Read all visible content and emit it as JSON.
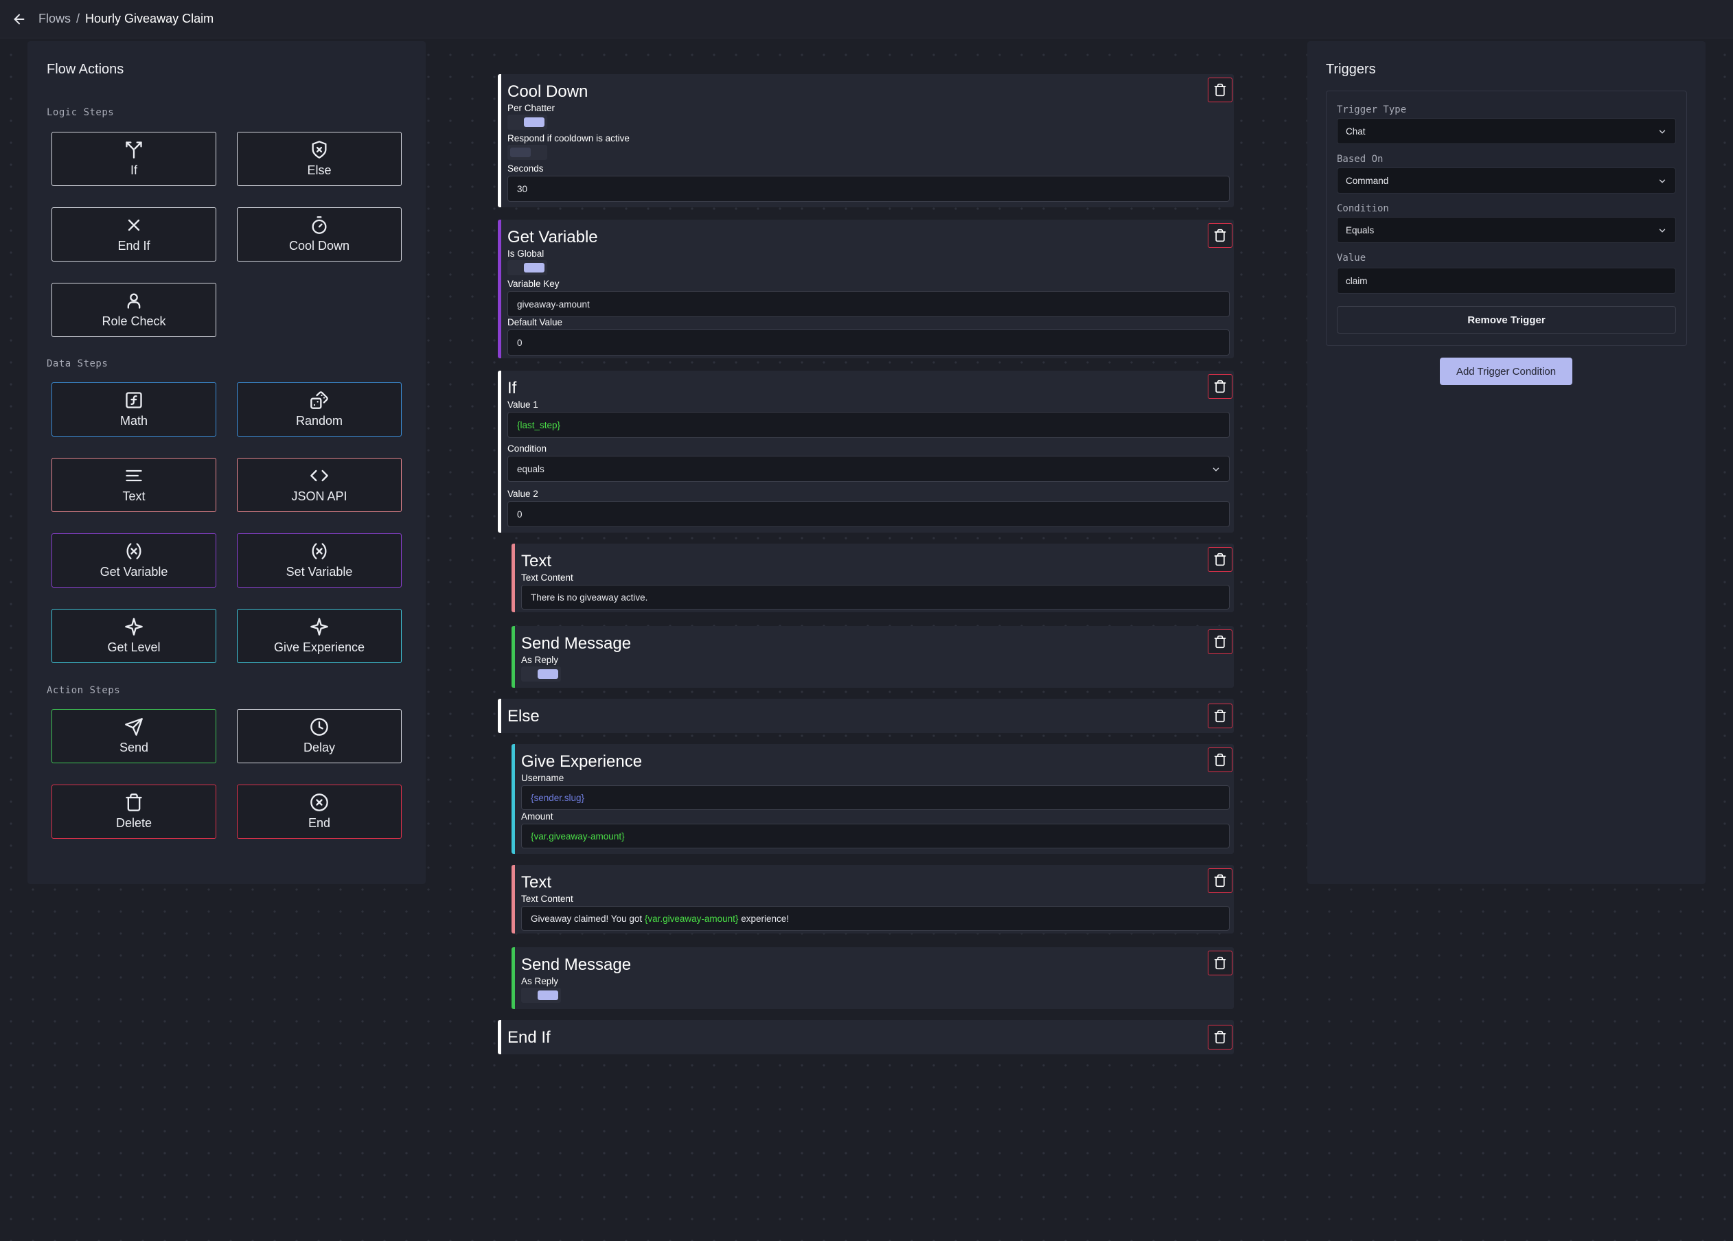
{
  "header": {
    "breadcrumb_root": "Flows",
    "separator": "/",
    "breadcrumb_current": "Hourly Giveaway Claim"
  },
  "left_panel": {
    "title": "Flow Actions",
    "logic_label": "Logic Steps",
    "data_label": "Data Steps",
    "action_label": "Action Steps",
    "logic_steps": [
      "If",
      "Else",
      "End If",
      "Cool Down",
      "Role Check"
    ],
    "data_steps": [
      "Math",
      "Random",
      "Text",
      "JSON API",
      "Get Variable",
      "Set Variable",
      "Get Level",
      "Give Experience"
    ],
    "action_steps": [
      "Send",
      "Delay",
      "Delete",
      "End"
    ]
  },
  "colors": {
    "logic": "#d8dae2",
    "math_random": "#3b8fd9",
    "text_json": "#e8868f",
    "variable": "#8b3fd1",
    "level_exp": "#3fc6d9",
    "send": "#3fc755",
    "delete_end": "#e1314b",
    "accent": "#b3b9f0",
    "green_tag": "#4ade46"
  },
  "steps": {
    "cooldown": {
      "title": "Cool Down",
      "per_chatter": "Per Chatter",
      "respond_active": "Respond if cooldown is active",
      "seconds_label": "Seconds",
      "seconds_value": "30"
    },
    "get_variable": {
      "title": "Get Variable",
      "is_global": "Is Global",
      "key_label": "Variable Key",
      "key_value": "giveaway-amount",
      "default_label": "Default Value",
      "default_value": "0"
    },
    "if": {
      "title": "If",
      "value1_label": "Value 1",
      "value1": "{last_step}",
      "condition_label": "Condition",
      "condition": "equals",
      "value2_label": "Value 2",
      "value2": "0"
    },
    "text1": {
      "title": "Text",
      "content_label": "Text Content",
      "content": "There is no giveaway active."
    },
    "send1": {
      "title": "Send Message",
      "as_reply": "As Reply"
    },
    "else": {
      "title": "Else"
    },
    "give_exp": {
      "title": "Give Experience",
      "username_label": "Username",
      "username": "{sender.slug}",
      "amount_label": "Amount",
      "amount": "{var.giveaway-amount}"
    },
    "text2": {
      "title": "Text",
      "content_label": "Text Content",
      "content_pre": "Giveaway claimed! You got ",
      "content_tag": "{var.giveaway-amount}",
      "content_post": " experience!"
    },
    "send2": {
      "title": "Send Message",
      "as_reply": "As Reply"
    },
    "end_if": {
      "title": "End If"
    }
  },
  "triggers": {
    "title": "Triggers",
    "type_label": "Trigger Type",
    "type_value": "Chat",
    "based_label": "Based On",
    "based_value": "Command",
    "condition_label": "Condition",
    "condition_value": "Equals",
    "value_label": "Value",
    "value_value": "claim",
    "remove_button": "Remove Trigger",
    "add_button": "Add Trigger Condition"
  }
}
